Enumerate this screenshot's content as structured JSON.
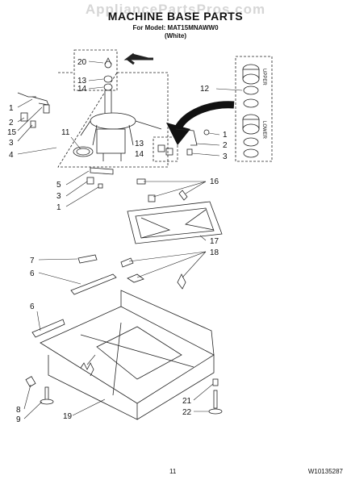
{
  "watermark": "AppliancePartsPros.com",
  "title": "MACHINE BASE PARTS",
  "model_line": "For Model: MAT15MNAWW0",
  "color_line": "(White)",
  "page_number": "11",
  "doc_number": "W10135287",
  "box_labels": {
    "upper": "UPPER",
    "lower": "LOWER"
  },
  "callouts": [
    "1",
    "2",
    "3",
    "4",
    "5",
    "6",
    "7",
    "8",
    "9",
    "11",
    "12",
    "13",
    "14",
    "15",
    "16",
    "17",
    "18",
    "19",
    "20",
    "21",
    "22"
  ]
}
